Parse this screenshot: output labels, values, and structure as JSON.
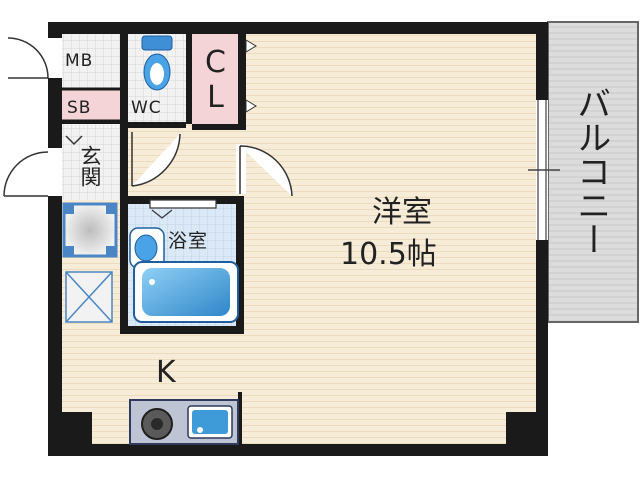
{
  "rooms": {
    "mb": "MB",
    "sb": "SB",
    "wc": "WC",
    "cl": "CL",
    "genkan": "玄関",
    "bath": "浴室",
    "western": "洋室",
    "western_size": "10.5帖",
    "kitchen": "K",
    "balcony": "バルコニー"
  },
  "colors": {
    "floor": "#f7ecd8",
    "wall": "#1a1a1a",
    "balcony_fill": "#dcdcdc",
    "storage_pink": "#f4d4d6",
    "tile_gray": "#d9d9d9",
    "bath_blue": "#3f9ad8"
  }
}
